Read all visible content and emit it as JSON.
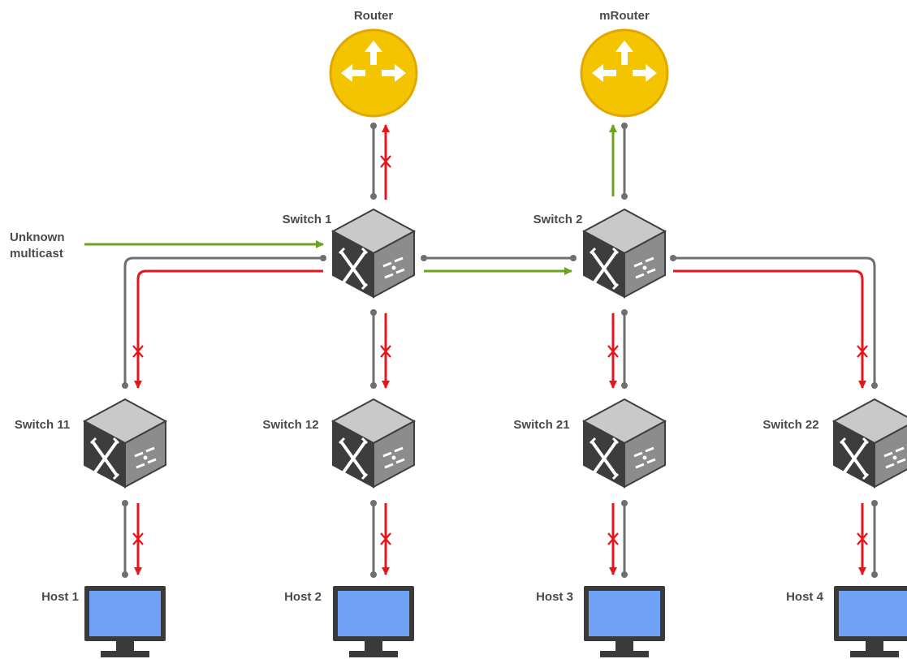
{
  "labels": {
    "router": "Router",
    "mrouter": "mRouter",
    "switch1": "Switch 1",
    "switch2": "Switch 2",
    "switch11": "Switch 11",
    "switch12": "Switch 12",
    "switch21": "Switch 21",
    "switch22": "Switch 22",
    "host1": "Host 1",
    "host2": "Host 2",
    "host3": "Host 3",
    "host4": "Host 4",
    "unknown_line1": "Unknown",
    "unknown_line2": "multicast"
  },
  "colors": {
    "forwarded": "#6aa31e",
    "blocked": "#e8141b",
    "link": "#6f6f6f",
    "router": "#f5c400",
    "switch": "#8c8c8c",
    "screen": "#6fa1f4"
  },
  "icons": {
    "router": "router-icon",
    "switch": "switch-icon",
    "host": "monitor-icon",
    "blocked_marker": "cross-icon"
  }
}
